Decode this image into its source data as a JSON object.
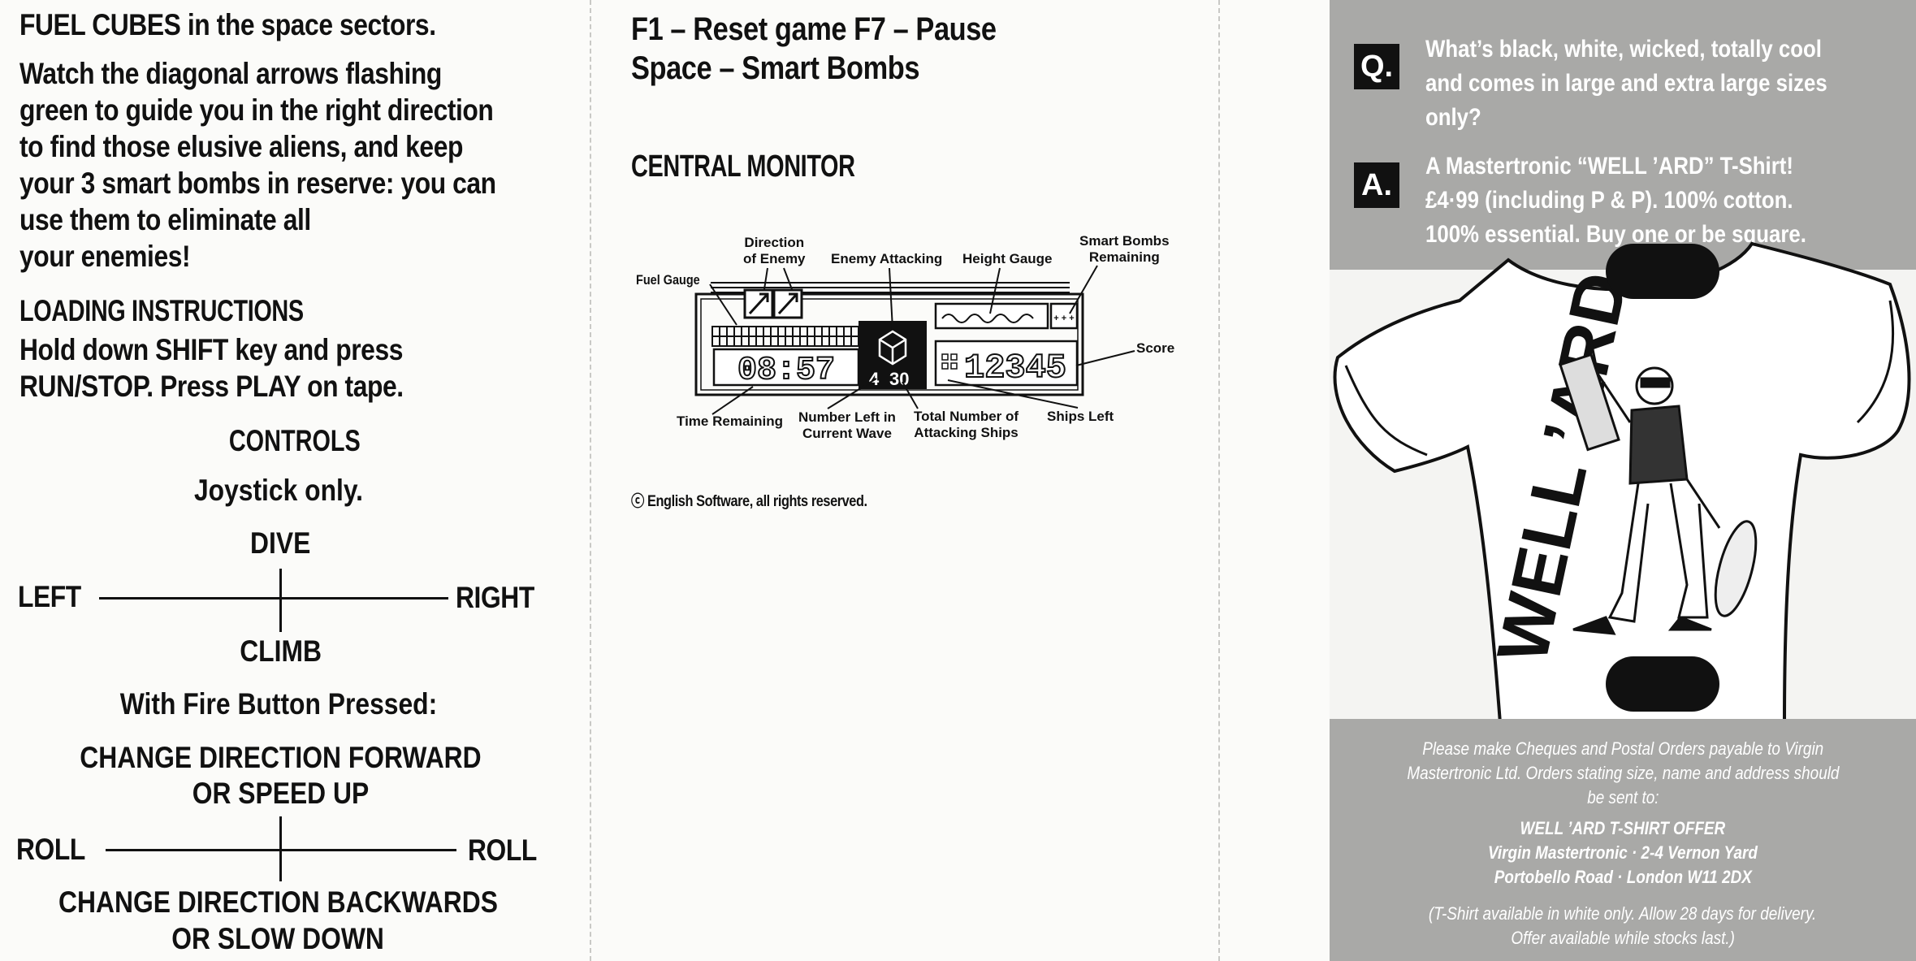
{
  "panel1": {
    "intro_lines": [
      "FUEL CUBES in the space sectors.",
      "Watch the diagonal arrows flashing",
      "green to guide you in the right direction",
      "to find those elusive aliens, and keep",
      "your 3 smart bombs in reserve: you can",
      "use them to eliminate all",
      "your enemies!"
    ],
    "loading_heading": "LOADING INSTRUCTIONS",
    "loading_lines": [
      "Hold down SHIFT key and press",
      "RUN/STOP. Press PLAY on tape."
    ],
    "controls_heading": "CONTROLS",
    "controls_sub": "Joystick only.",
    "dive": "DIVE",
    "left": "LEFT",
    "right": "RIGHT",
    "climb": "CLIMB",
    "fire_heading": "With Fire Button Pressed:",
    "forward_1": "CHANGE DIRECTION FORWARD",
    "forward_2": "OR SPEED UP",
    "roll_left": "ROLL",
    "roll_right": "ROLL",
    "backward_1": "CHANGE DIRECTION BACKWARDS",
    "backward_2": "OR SLOW DOWN"
  },
  "panel2": {
    "keys_line1": "F1 – Reset game   F7 – Pause",
    "keys_line2": "Space – Smart Bombs",
    "monitor_heading": "CENTRAL MONITOR",
    "labels": {
      "fuel_gauge": "Fuel Gauge",
      "direction_1": "Direction",
      "direction_2": "of Enemy",
      "enemy_attacking": "Enemy Attacking",
      "height_gauge": "Height Gauge",
      "smart_bombs_1": "Smart Bombs",
      "smart_bombs_2": "Remaining",
      "score": "Score",
      "time_remaining": "Time Remaining",
      "number_left_1": "Number Left in",
      "number_left_2": "Current Wave",
      "total_number_1": "Total Number of",
      "total_number_2": "Attacking Ships",
      "ships_left": "Ships Left"
    },
    "display": {
      "time": "08:57",
      "wave": "4",
      "attacking": "30",
      "score": "12345",
      "bombs": "+ + +"
    },
    "copyright": "ⓒ English Software, all rights reserved."
  },
  "panel4": {
    "q_badge": "Q.",
    "q_lines": [
      "What’s black, white, wicked, totally cool",
      "and comes in large and extra large sizes",
      "only?"
    ],
    "a_badge": "A.",
    "a_lines": [
      "A Mastertronic “WELL ’ARD” T-Shirt!",
      "£4·99  (including P & P). 100% cotton.",
      "100%  essential. Buy one or be square."
    ],
    "shirt_text": "WELL ’ARD",
    "offer_lines": [
      "Please make Cheques and Postal Orders payable to Virgin",
      "Mastertronic Ltd. Orders stating size, name and address should",
      "be sent to:"
    ],
    "address_lines": [
      "WELL ’ARD T-SHIRT OFFER",
      "Virgin Mastertronic · 2-4 Vernon Yard",
      "Portobello Road · London W11 2DX"
    ],
    "note_lines": [
      "(T-Shirt available in white only. Allow 28 days for delivery.",
      "Offer available while stocks last.)"
    ]
  }
}
